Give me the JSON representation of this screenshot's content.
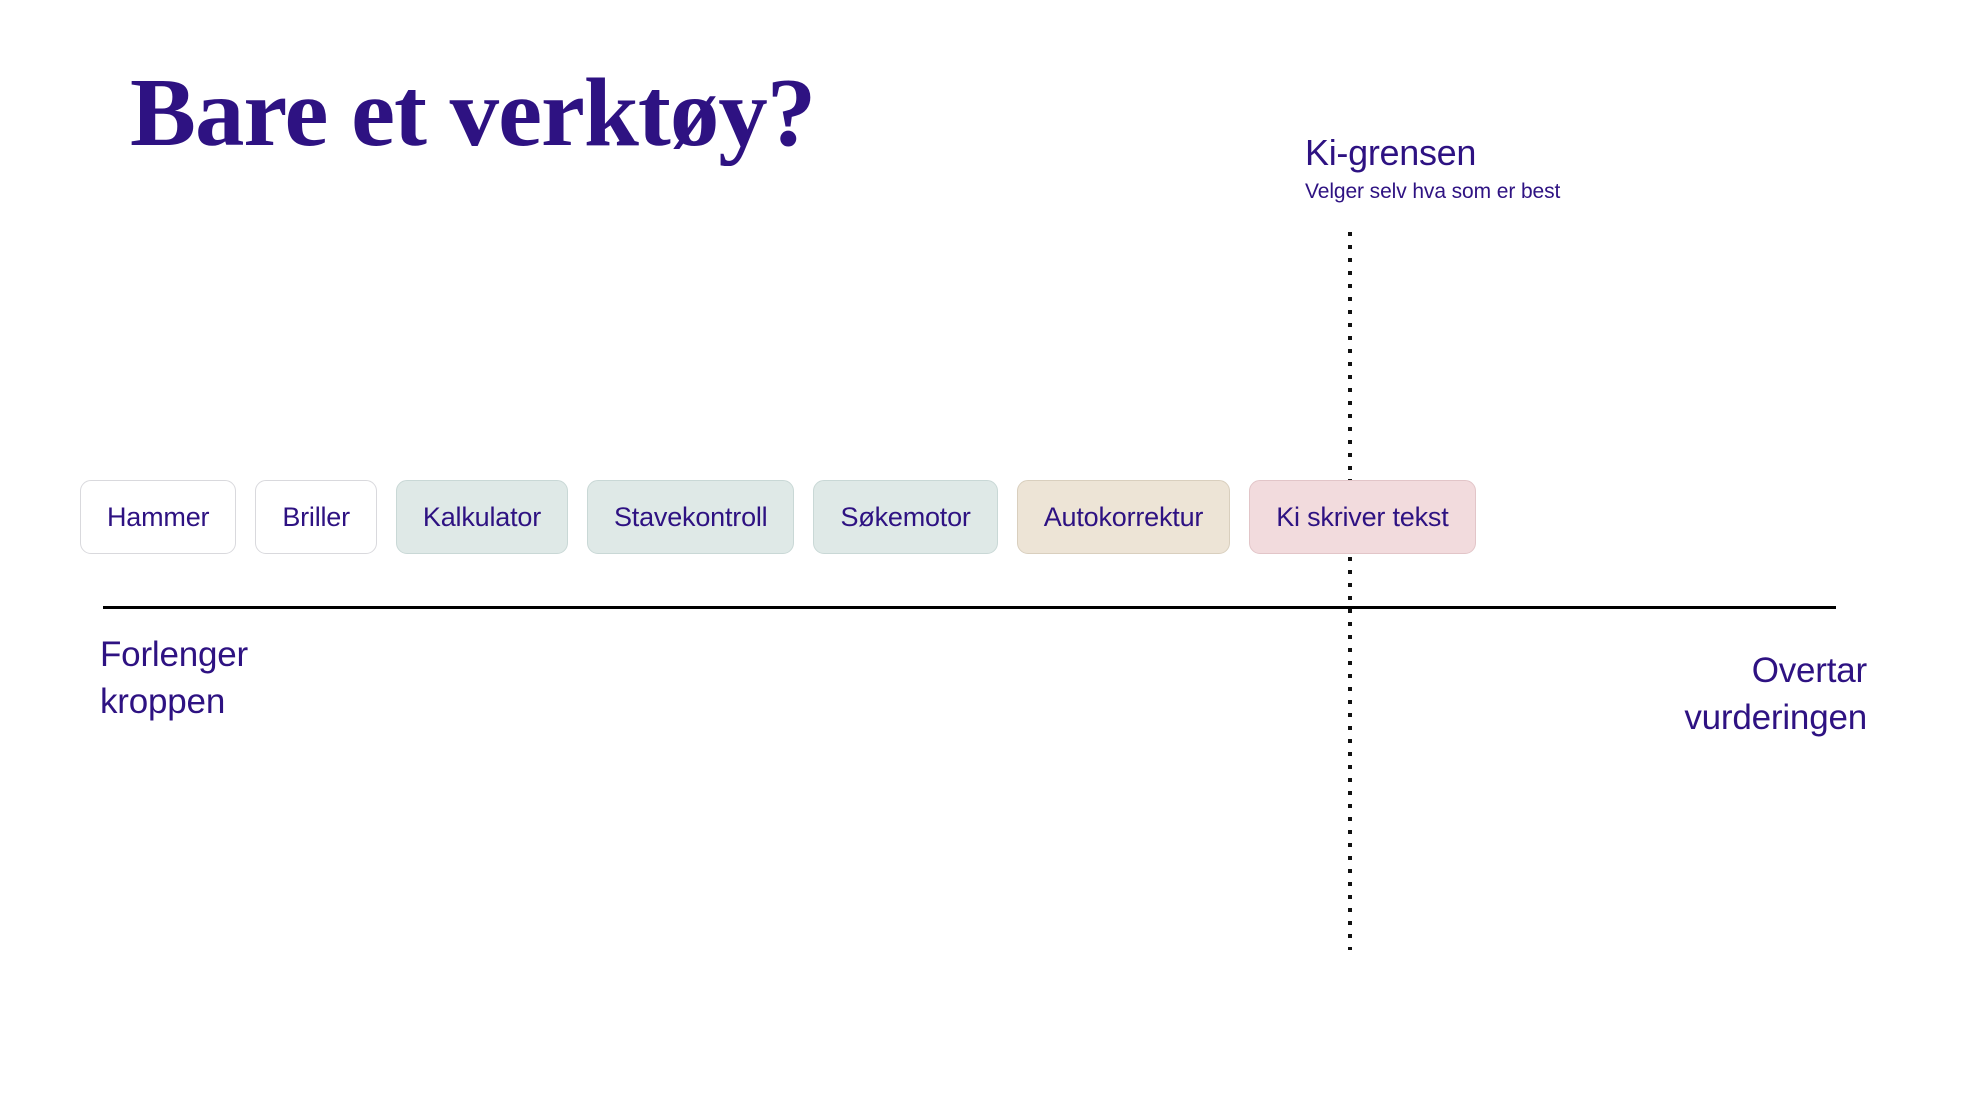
{
  "page": {
    "title": "Bare et verktøy?",
    "background_color": "#ffffff",
    "accent_color": "#2e1282",
    "axis_color": "#000000"
  },
  "threshold": {
    "title": "Ki-grensen",
    "subtitle": "Velger selv hva som er best",
    "line_style": "dotted",
    "line_color": "#111111"
  },
  "axis": {
    "left_label_line1": "Forlenger",
    "left_label_line2": "kroppen",
    "right_label_line1": "Overtar",
    "right_label_line2": "vurderingen"
  },
  "chart_data": {
    "type": "table",
    "title": "Bare et verktøy?",
    "xlabel": "Forlenger kroppen → Overtar vurderingen",
    "ylabel": "",
    "annotations": [
      {
        "name": "Ki-grensen",
        "note": "Velger selv hva som er best",
        "position_index": 5.5
      }
    ],
    "categories": [
      "Hammer",
      "Briller",
      "Kalkulator",
      "Stavekontroll",
      "Søkemotor",
      "Autokorrektur",
      "Ki skriver tekst"
    ],
    "items": [
      {
        "label": "Hammer",
        "tone": "white",
        "color": "#ffffff",
        "border": "#d9d9dd",
        "side": "left-of-threshold"
      },
      {
        "label": "Briller",
        "tone": "white",
        "color": "#ffffff",
        "border": "#d9d9dd",
        "side": "left-of-threshold"
      },
      {
        "label": "Kalkulator",
        "tone": "mint",
        "color": "#dfe9e7",
        "border": "#c9d8d6",
        "side": "left-of-threshold"
      },
      {
        "label": "Stavekontroll",
        "tone": "mint",
        "color": "#dfe9e7",
        "border": "#c9d8d6",
        "side": "left-of-threshold"
      },
      {
        "label": "Søkemotor",
        "tone": "mint",
        "color": "#dfe9e7",
        "border": "#c9d8d6",
        "side": "left-of-threshold"
      },
      {
        "label": "Autokorrektur",
        "tone": "beige",
        "color": "#ede4d6",
        "border": "#d9cfbe",
        "side": "on-threshold"
      },
      {
        "label": "Ki skriver tekst",
        "tone": "pink",
        "color": "#f2dbdd",
        "border": "#e2c5c8",
        "side": "right-of-threshold"
      }
    ],
    "legend_position": "none",
    "grid": false
  }
}
